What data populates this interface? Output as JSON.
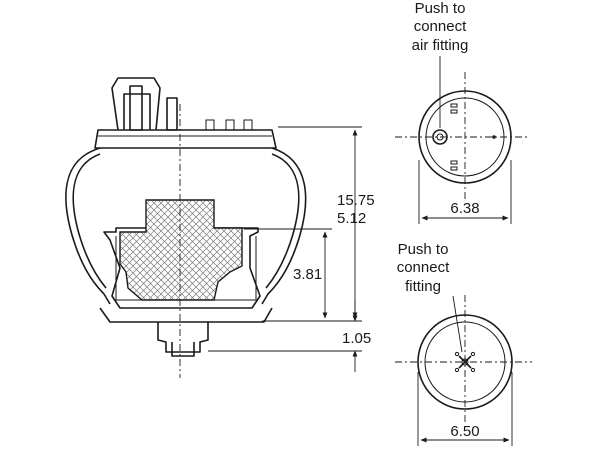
{
  "side_view": {
    "dimensions": {
      "height_extended": "15.75",
      "height_collapsed": "5.12",
      "bumper_height": "3.81",
      "stud_length": "1.05"
    }
  },
  "top_view": {
    "callout": [
      "Push to",
      "connect",
      "air fitting"
    ],
    "diameter": "6.38"
  },
  "bottom_view": {
    "callout": [
      "Push to",
      "connect",
      "fitting"
    ],
    "diameter": "6.50"
  }
}
